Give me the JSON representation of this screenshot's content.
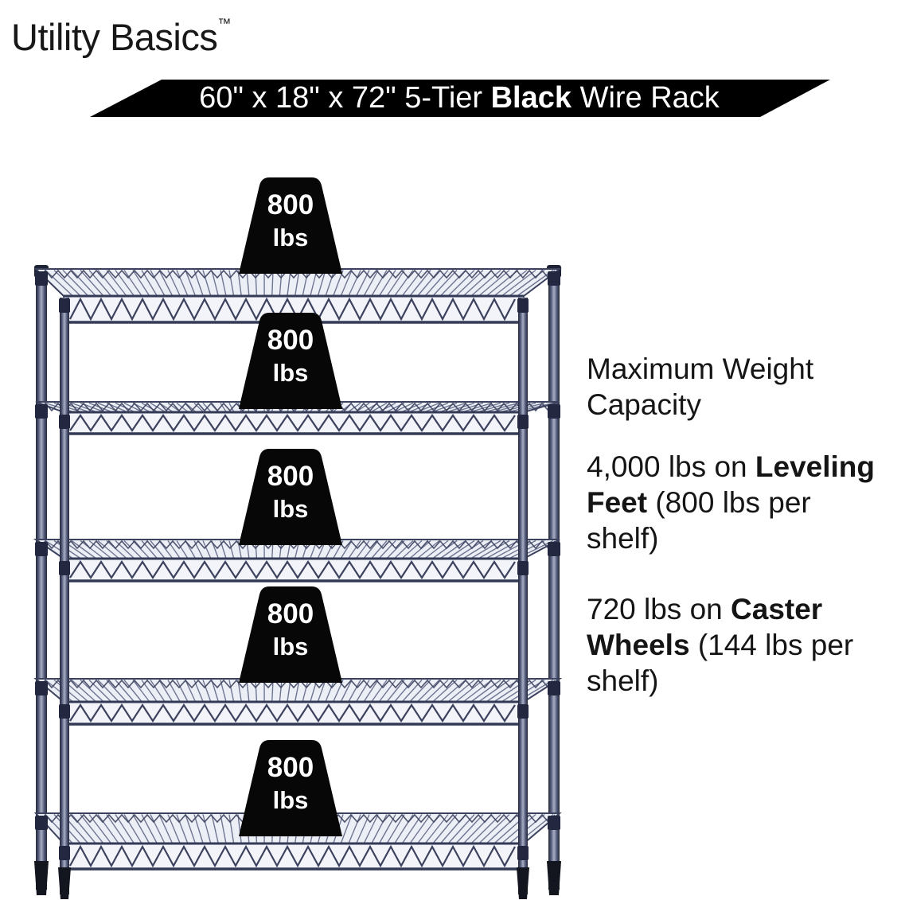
{
  "brand": {
    "name": "Utility Basics",
    "trademark": "™"
  },
  "banner": {
    "prefix": "60\" x 18\" x 72\" 5-Tier ",
    "bold": "Black",
    "suffix": " Wire Rack"
  },
  "badges": [
    {
      "value": "800",
      "unit": "lbs"
    },
    {
      "value": "800",
      "unit": "lbs"
    },
    {
      "value": "800",
      "unit": "lbs"
    },
    {
      "value": "800",
      "unit": "lbs"
    },
    {
      "value": "800",
      "unit": "lbs"
    }
  ],
  "info": {
    "heading": "Maximum Weight Capacity",
    "leveling": {
      "pre": "4,000 lbs on ",
      "bold": "Leveling Feet",
      "post": " (800 lbs per shelf)"
    },
    "caster": {
      "pre": "720 lbs on ",
      "bold": "Caster Wheels",
      "post": " (144 lbs per shelf)"
    }
  },
  "rack": {
    "tiers": 5
  },
  "colors": {
    "background": "#ffffff",
    "banner_bg": "#000000",
    "banner_text": "#ffffff",
    "badge_bg": "#070707",
    "badge_text": "#ffffff",
    "rack_dark": "#3c425e",
    "rack_light": "#edeff6",
    "body_text": "#151515"
  }
}
